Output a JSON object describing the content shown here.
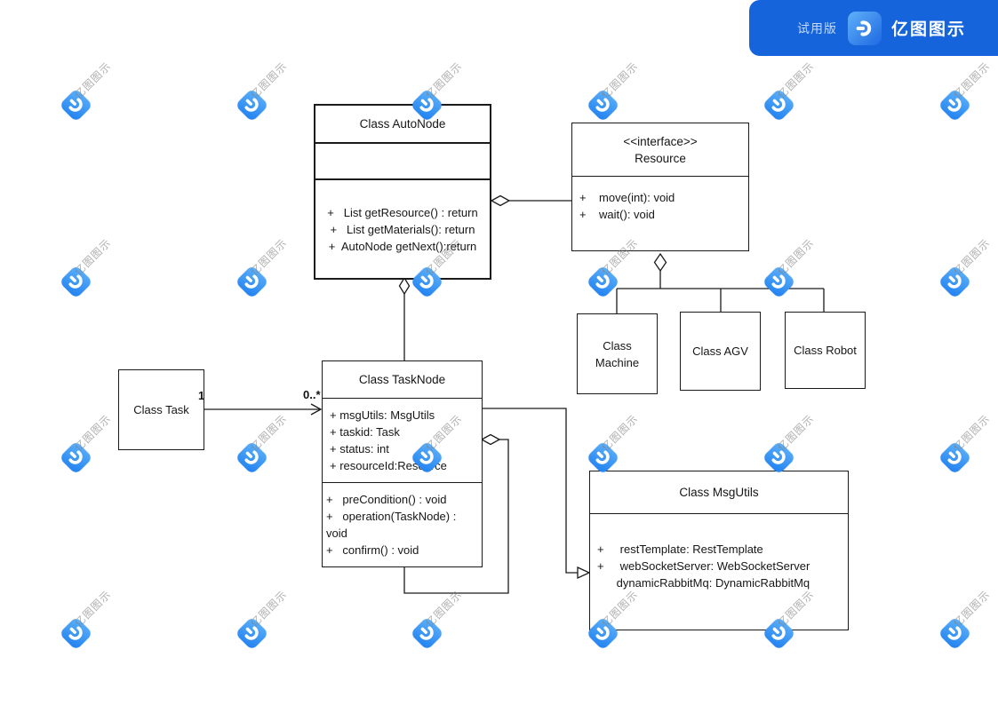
{
  "banner": {
    "trial": "试用版",
    "brand": "亿图图示"
  },
  "watermark": {
    "label": "亿图图示"
  },
  "colors": {
    "banner_blue": "#1564db",
    "watermark_blue_light": "#5fb2fa",
    "watermark_blue_dark": "#1f80f0",
    "line": "#1a1a1a"
  },
  "labels": {
    "task_multiplicity": "1",
    "tasknode_multiplicity": "0..*"
  },
  "diagram": {
    "autonode": {
      "title": "Class AutoNode",
      "methods": [
        "+   List getResource() : return",
        "+   List getMaterials(): return",
        "+  AutoNode getNext():return"
      ]
    },
    "resource": {
      "stereotype": "<<interface>>",
      "name": "Resource",
      "methods": [
        "+    move(int): void",
        "+    wait(): void"
      ]
    },
    "machine": {
      "title": "Class Machine"
    },
    "agv": {
      "title": "Class AGV"
    },
    "robot": {
      "title": "Class Robot"
    },
    "task": {
      "title": "Class Task"
    },
    "tasknode": {
      "title": "Class TaskNode",
      "attributes": [
        "+ msgUtils: MsgUtils",
        "+ taskid: Task",
        "+ status: int",
        "+ resourceId:Resource"
      ],
      "methods": [
        "+   preCondition() : void",
        "+   operation(TaskNode) : void",
        "+   confirm() : void"
      ]
    },
    "msgutils": {
      "title": "Class MsgUtils",
      "attributes": [
        "+     restTemplate: RestTemplate",
        "+     webSocketServer: WebSocketServer",
        "      dynamicRabbitMq: DynamicRabbitMq"
      ]
    }
  }
}
